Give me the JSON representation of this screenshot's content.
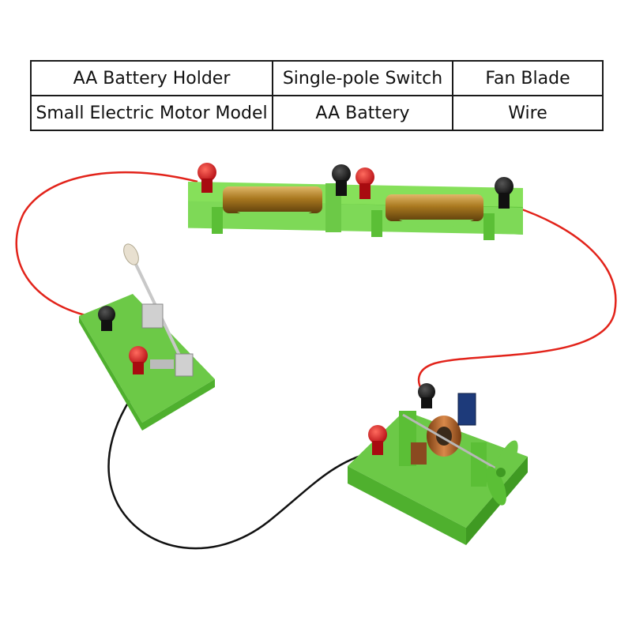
{
  "legend": {
    "row1": [
      "AA Battery Holder",
      "Single-pole Switch",
      "Fan Blade"
    ],
    "row2": [
      "Small Electric Motor Model",
      "AA Battery",
      "Wire"
    ]
  },
  "colors": {
    "plastic_green": "#7ed957",
    "plastic_green_dark": "#4fb02e",
    "wire_red": "#e2231a",
    "wire_black": "#111111",
    "battery_gold": "#b5862a",
    "terminal_red": "#d8141c",
    "terminal_black": "#1b1b1b"
  },
  "icons": [
    "battery-holder-icon",
    "switch-icon",
    "motor-icon",
    "fan-blade-icon"
  ]
}
